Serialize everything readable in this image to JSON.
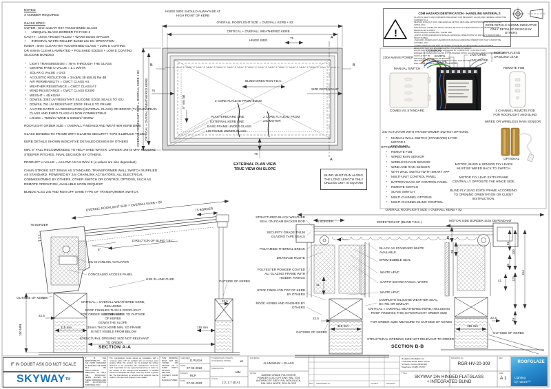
{
  "notes": {
    "title": "NOTES:",
    "subtitle": "X NUMBER REQUIRED",
    "glass_heading": "GLASS SPEC:",
    "glass_lines": [
      "OUTER : 6mm CLEAR HST TOUGHENED GLASS",
      "+      UNEQUAL BLACK BORDER TO FACE 2",
      "CAVITY : 16mm ARGON FILLED + WARM EDGE SPACER",
      "+      INTEGRAL WHITE ROLLER BLIND 24v DC OPERATION",
      "INNER : 6mm CLEAR HST TOUGHENED GLASS + LOW E COATING",
      "OR 8.8mm CLEAR LAMINATED + POLISHED EDGES + LOW E COATING",
      "SILICONE BONDED"
    ],
    "bullets": [
      "LIGHT TRANSMISSION = 78 % THROUGH THE GLASS",
      "CENTRE PANE U VALUE = 1.1 W/m²K",
      "SOLAR G VALUE = 0.63",
      "ACOUSTIC REDUCTION = 34 (6/6) 39 (6/8.8) Rw dB",
      "AIR PERMEABILITY = CWCT CLASS A4",
      "WEATHER RESISTANCE = CWCT CLASS A7",
      "WIND RESISTANCE = CWCT CLASS E2400",
      "WEIGHT = 45 KG/m²",
      "DOWSIL 3363 UV RESISTANT SILICONE EDGE SEALS TO IGU",
      "DOWSIL 791 UV RESISTANT EDGE SEALS TO FRAME",
      "AA FIRE-RATED: AA DESIGNATION (NATIONAL CLASS) OR BROOF (T4) EUROPEAN CLASS AND EURO CLASS A1 NON-COMBUSTIBLE",
      "LOADS = 750N/m² WIND & 640N/m² SNOW"
    ],
    "paragraphs": [
      "ROOFLIGHT ORDER SIZE = OVERALL FINISHED AND WEATHER KERB DIMS",
      "GLASS BONDED TO FRAME WITH GLAZING SECURITY TAPE ILLBRUCK TN136",
      "KERB DETAILS SHOWN INDICATIVE DETAILED DESIGN BY OTHERS",
      "MIN. 5° FALL RECOMMENDED TO HELP SHED WATER. LARGER UNITS MAY REQUIRE STEEPER PITCHES. FINAL DECISION BY OTHERS.",
      "PRODUCT U-VALUE = AS LOW AS 0.8 W/m².K (u-values are size dependant)",
      "CHAIN STROKE SET 300mm AS STANDARD. TRANSFORMER WALL SWITCH SUPPLIED AS STANDARD. POWERED BY 24v CHAINLINK ACTUATORS, ALL ELECTRICAL COMMISSIONING BY OTHERS. OTHER SWITCH OR CONTROL OPTIONS, SUCH AS REMOTE OPERATION, AVAILABLE UPON REQUEST.",
      "BLINDS ALSO 24v AND RUN OFF SAME TYPE OF TRANSFORMER SWITCH."
    ]
  },
  "plan": {
    "hinge_note": "HINGE SIDE SHOULD ALWAYS BE AT\nHIGH POINT OF KERB",
    "dim_overall": "OVERALL ROOFLIGHT SIZE = OVERALL KERB + 82",
    "dim_critical": "CRITICAL + OVERALL WEATHERED KERB",
    "hinge_side": "HINGE SIDE",
    "d75": "75",
    "marker_a": "A",
    "marker_b": "B",
    "left_outer": "OVERALL ROOFLIGHT SIZE = OVERALL KERB + 82",
    "left_inner": "CRITICAL + OVERALL WEATHERED KERB",
    "min_fall": "5° min fall",
    "blind_direction": "BLIND DIRECTION T.B.C.",
    "size_dependant": "SIZE DEPENDANT",
    "flylead_blind": "2 CORE FLYLEAD FROM BLIND",
    "flylead_motor": "2 CORE FLYLEAD FROM\n24v MOTOR",
    "plasterboard": "PLASTERBOARD LINE",
    "external_kerb": "EXTERNAL KERB LINE",
    "base_frame": "BASE FRAME UNDER GLASS",
    "lid_frame": "LID FRAME UNDER GLASS",
    "caption": "EXTERNAL PLAN VIEW\nTRUE VIEW ON SLOPE",
    "blind_box": "BLIND MUST RUN ALONG\nTHE LONG LENGTH ONLY\nUNLESS UNIT IS SQUARE"
  },
  "hazard": {
    "title": "CDM HAZARD IDENTIFICATION - HANDLING MATERIALS",
    "lines": [
      "GLASS IS HEAVY AND CORNERS AND EDGES CAN BE SHARP. GLASS AND FRAMES CANNOT BE CARRIED BY A",
      "PERSON WITHOUT AIDS. MECHANICAL LIFTING AIDS ARE APPROPRIATE FOR MOVING AND INSTALLING.",
      "THE MANUAL HANDLING REGULATIONS SET OUT A CLEAR RANKING OF MEASURES FOR DEALING WITH RISKS",
      "FROM MANUAL HANDLING. THESE ARE:",
      "•  FIRST: AVOID HAZARDOUS MANUAL HANDLING OPERATIONS SO FAR AS IS REASONABLY PRACTICABLE,",
      "•  SECOND: ASSESS ANY HAZARDOUS MANUAL HANDLING OPERATIONS THAT CANNOT BE AVOIDED, AND",
      "•  THIRD: REDUCE THE RISK OF INJURY SO FAR AS IS REASONABLY PRACTICABLE.",
      "EDGE PROTECTION BARRIERS APPLY TO WORK AT HEIGHT.",
      "ROOFLIGHTS MUST ONLY BE INSTALLED BY COMPETENT CONTRACTORS.",
      "DANGER OF DAMAGING GLASS IF IT IS WALKED UPON. GLASS DECLARED AS REPAIRABLE BUT SHOULD NOT BE",
      "WALKED ON. USE CRAWLER BOARDS.",
      "SEE FITTING AND ASSEMBLY INSTRUCTIONS FOR DETAILS.",
      "FALL FROM HEIGHTS DURING INSTALLATION."
    ]
  },
  "kerb_note": "KERB DETAILS SHOWN INDICATIVE\nONLY. DETAILED DESIGN BY OTHERS",
  "electrical": {
    "mains": "230v MAINS POWER",
    "common": "COMMON",
    "earth": "EARTH",
    "live": "LIVE",
    "live_open": "LIVE OPEN",
    "live_close": "LIVE CLOSE",
    "motor_flylead": "MOTOR FLYLEAD\nOR BLIND LEAD",
    "remote_fob": "REMOTE FOB",
    "manual_switch": "MANUAL SWITCH",
    "comes_std": "COMES AS STANDARD",
    "two_channel": "2 CHANNEL REMOTE FOB\nFOR ROOFLIGHT AND BLIND",
    "rain_header": "WIRED OR WIRELESS RAIN SENSOR",
    "optional": "OPTIONAL",
    "options_title": "24v ACTUATOR WITH TRANSFORMER SWITCH OPTIONS:",
    "option_std": "MANUAL WALL SWITCH (STANDARD) 1 FOR MOTOR 1\nFOR BLIND",
    "extras_heading": "OPTIONAL EXTRAS",
    "extras": [
      "REMOTE FOB",
      "WIRED RAIN SENSOR",
      "WIRELESS RAIN SENSOR",
      "WIND AND RAIN SENSOR",
      "WI-FI WALL SWITCH WITH SMART APP",
      "MULTI-UNIT CONTROL PANEL",
      "BATTERY BACK-UP CONTROL PANEL",
      "REMOTE SWITCH",
      "SLAVE SWITCH",
      "MULTI-CHANNEL OPTIONS",
      "MULTI-CHANNEL BLIND CONTROL"
    ],
    "note1": "MOTOR, BLIND & SENSOR FLY LEADS\nMUST BE WIRED BACK TO SWITCH.",
    "note2": "MOTOR FLY LEAD EXITS FRAME\nCENTRALLY OPPOSITE THE HINGE SIDE.",
    "note3": "BLIND FLY LEAD EXITS FRAME ACCORDING\nTO OPENING ORIENTATION OR CLIENT\nINSTRUCTION."
  },
  "sectionA": {
    "dim_overall": "OVERALL ROOFLIGHT SIZE = OVERALL KERB + 82",
    "border75_left": "75 BORDER",
    "border75_right": "75 BORDER",
    "direction": "DIRECTION OF BLIND T.B.C.",
    "deg": "5°",
    "actuator": "24v CHAINLINK ACTUATOR",
    "access": "CONCEALED ACCESS PANEL",
    "fuse": "USE IN-LINE FUSE",
    "outside": "OUTSIDE OF KERBS",
    "d225": "22.5",
    "d150": "150 MIN",
    "d115": "115 min",
    "note_critical": "CRITICAL = OVERALL WEATHERED KERB, INCLUDING\nROOF FINISHES THIS IS ROOFLIGHT ORDER SIZE",
    "note_order": "FOR ORDER SIZE: MEASURE TO OUTSIDE OF KERBS\nDOWN THE SLOPE",
    "note_115": "115mm THICK KERB MIN. SO FRAME\nIS NOT VISIBLE FROM BELOW",
    "note_struct": "STRUCTURAL OPENING SIZE NOT RELEVANT TO ORDER",
    "caption": "SECTION A-A"
  },
  "mid_labels": {
    "m1": "STRUCTURED BLACK WEATHER\nSEAL ON FOAM BACKER ROD",
    "m2": "SECURITY GRADE  TN136\nGLAZING TAPE SEALS",
    "m3": "POLYAMIDE THERMAL BREAK",
    "m4": "DRAINAGE ROUTE",
    "m5": "POLYESTER POWDER COATED\nALI GLAZING FRAME WITH\nHIDDEN FIXINGS",
    "m6": "ROOF FINISH ON TOP OF KERB\nBY OTHERS",
    "m7": "ROOF, KERBS AND FINISHES BY\nOTHERS"
  },
  "sectionB": {
    "dim_overall": "OVERALL ROOFLIGHT SIZE = OVERALL KERB + 82",
    "border75": "75 BORDER",
    "direction": "DIRECTION OF (BLIND T.B.C.)",
    "motor_side": "MOTOR SIDE BORDER SIZE DEPENDANT",
    "black_std": "BLACK AS STANDARD WHITE\nAVAILABLE",
    "epdm": "EPDM BUBBLE SEAL",
    "upvc": "WHITE uPVC",
    "cappit": "CAPPIT BOARD FASCIA, WHITE",
    "silicone": "COMPLETE SILICONE WEATHER SEAL,\nDC 791 OR SIMILAR",
    "note_critical": "CRITICAL = OVERALL WEATHERED KERB, INCLUDING\nROOF FINISHES THIS IS ROOFLIGHT ORDER SIZE",
    "note_order": "FOR ORDER SIZE: MEASURE TO OUTSIDE OF KERBS",
    "note_struct": "STRUCTURAL OPENING SIZE NOT RELEVANT TO ORDER",
    "caption": "SECTION B-B",
    "outside": "OUTSIDE OF KERBS",
    "d41": "41",
    "d225": "22.5",
    "d115": "115 min",
    "d33": "33",
    "d49": "49",
    "d81": "81",
    "d130": "130",
    "d50": "50",
    "d124": "124",
    "d154": "154"
  },
  "titleblock": {
    "doubt": "IF IN DOUBT ASK DO NOT SCALE",
    "brand": "SKYWAY",
    "brand_tm": "TM",
    "tiny1": "IT IS THE RESPONSIBILITY OF THE KERB DESIGNER TO ENSURE THE KERB WILL BE STRUCTURALLY ADEQUATE TO HOLD THE ROOFLIGHT. KERBS SHOWN ON THESE DRAWINGS ARE FOR ILLUSTRATION PURPOSES ONLY.",
    "tiny2": "The manufacturer would advise an installation with a minimum pitch of 5° for rooflight units to minimise water pooling. While this product can be installed flat without detriment to the warranties, the manufacturer cannot be held responsible for any appearance/pooling of water on the surface of the rooflight post installation. If installed without an adequate fall, larger units may require a greater fall. The final decision on amount of fall required must be made by the client and relayed to the installer.",
    "tiny3": "THIS DRAWING MUST NOT BE COPIED OR PASSED TO A THIRD PARTY WITHOUT WRITTEN CONSENT FROM THE MANUFACTURER.",
    "lbl_checked": "CHECKED",
    "val_checked": "D.PUGH",
    "lbl_date": "DATE",
    "val_date1": "07-02-2022",
    "lbl_drawn": "DRAWN",
    "val_drawn": "RLP",
    "val_date2": "07-02-2022",
    "lbl_tol": "TOLERANCES UNLESS\nOTHERWISE STATED",
    "val_tol": "±5",
    "lbl_dim": "DIMENSIONS",
    "val_dim": "MM",
    "lbl_scale": "SCALE",
    "val_scale": "1:2, 1:7 @ A1",
    "lbl_material": "MATERIAL",
    "val_material": "ALUMINIUM + GLASS",
    "lbl_finish": "FINISH",
    "val_finish": "MARINE GRADE POLYESTER\nPOWDER COAT OPTIONS: RAL 7016\nANTHRACITE GREY, RAL 9005 BLACK,\nRAL 9010 WHITE, 30% GLOSS",
    "amend_headers": [
      "REV",
      "AMENDMENTS",
      "SIGNED",
      "CHECKED"
    ],
    "company": "Roofglaze Rooflights Ltd\n11 Howard Road, Eaton Socon\nSt Neots, Cambs PE19 8ET\nTelephone: 01480 474797",
    "lbl_drawing_no": "DRAWING No",
    "val_drawing_no": "RGR-HV-20-303",
    "lbl_rev": "REV",
    "lbl_title": "TITLE",
    "val_title": "SKYWAY 24v HINGED FLATGLASS\n+ INTEGRATED BLIND",
    "lbl_size": "SIZE",
    "val_size": "A 1",
    "logo_name": "ROOFGLAZE",
    "logo_tag": "Lighting\nby nature™",
    "brand_color": "#1b75bc"
  }
}
